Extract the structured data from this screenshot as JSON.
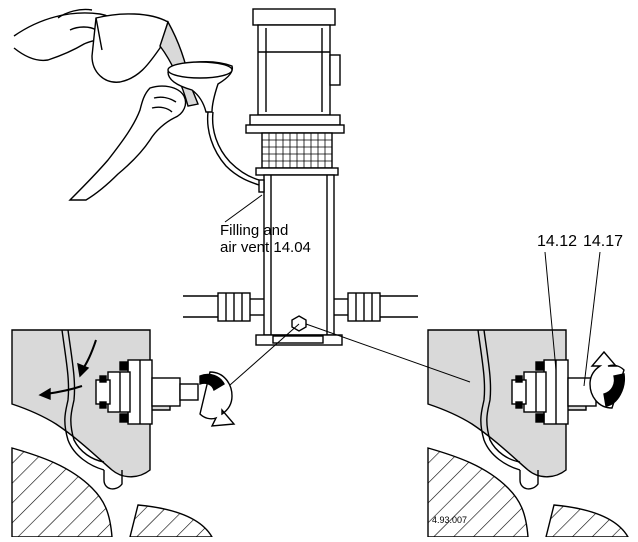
{
  "labels": {
    "filling_line1": "Filling and",
    "filling_line2": "air vent 14.04",
    "part_left": "14.12",
    "part_right": "14.17",
    "drawing_id": "4.93.007"
  },
  "colors": {
    "line": "#000000",
    "fill_gray": "#d9d9d9",
    "fill_white": "#ffffff"
  }
}
